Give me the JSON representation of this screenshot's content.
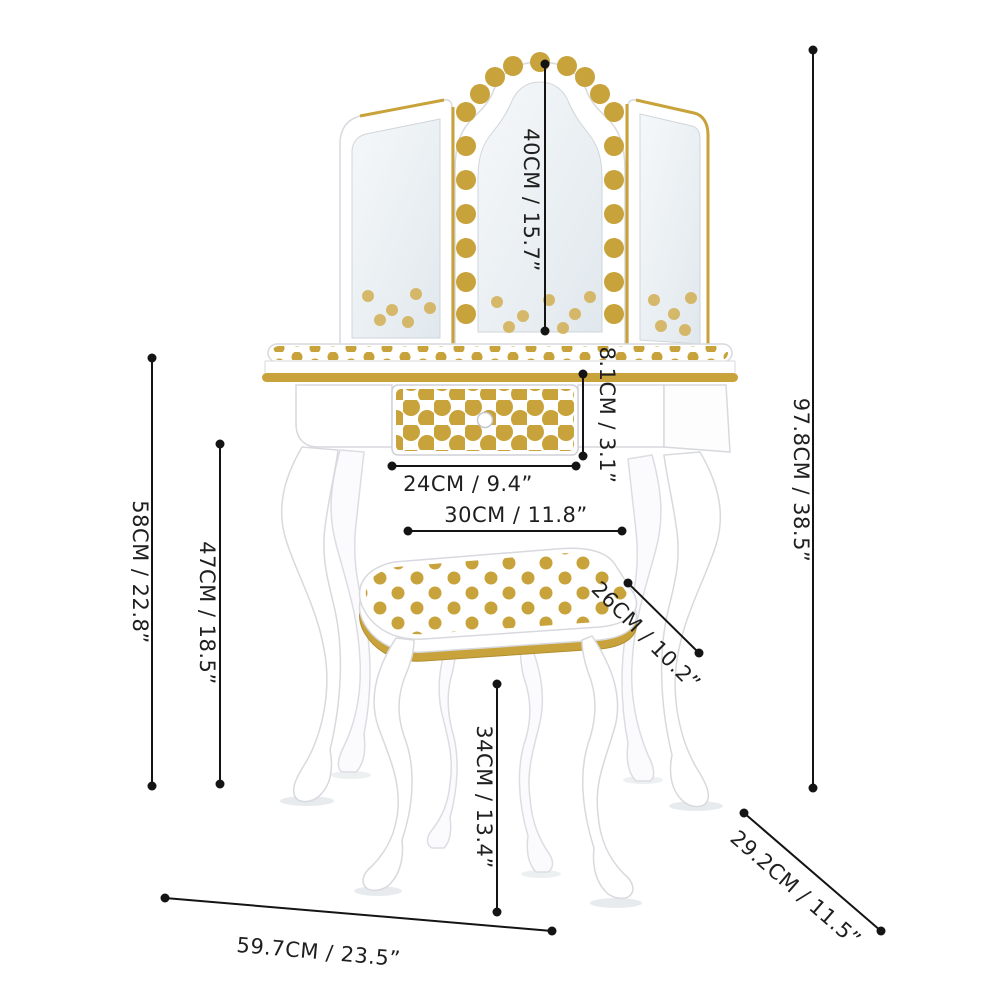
{
  "diagram": {
    "subject": "kids vanity table set with tri-fold mirror, drawer and stool, white with gold polka dots"
  },
  "colors": {
    "gold": "#C8A23B",
    "gold_light": "#D2AF52",
    "line": "#141414",
    "text": "#1F1F1F",
    "furniture_stroke": "#D8D9DE",
    "glass": "#EAF0F3"
  },
  "dimensions": {
    "mirror_height": "40CM / 15.7”",
    "drawer_width": "24CM / 9.4”",
    "drawer_height": "8.1CM / 3.1”",
    "table_height": "58CM / 22.8”",
    "leg_height": "47CM / 18.5”",
    "overall_height": "97.8CM / 38.5”",
    "stool_width": "30CM / 11.8”",
    "stool_depth": "26CM / 10.2”",
    "stool_height": "34CM / 13.4”",
    "table_depth": "29.2CM / 11.5”",
    "table_width": "59.7CM / 23.5”"
  }
}
